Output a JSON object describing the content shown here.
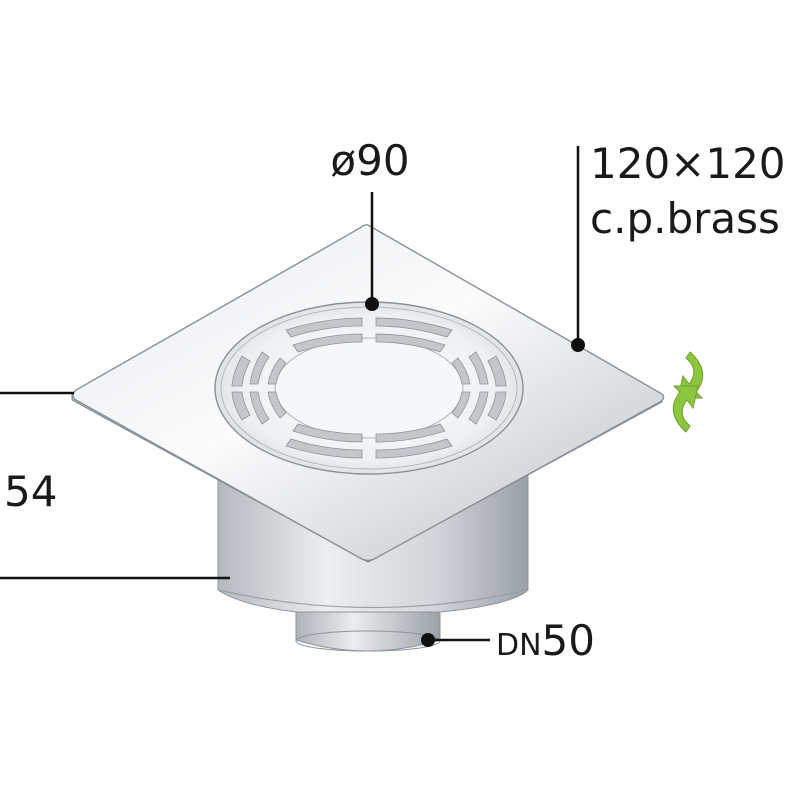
{
  "labels": {
    "grate_diameter": "ø90",
    "plate_size": "120×120",
    "plate_material": "c.p.brass",
    "height": "54",
    "outlet_prefix": "DN",
    "outlet_size": "50"
  },
  "icons": {
    "rotate": "rotate-arrows-icon"
  },
  "colors": {
    "rotate_arrow": "#8cc63f",
    "leader_line": "#111111",
    "steel_light": "#f2f3f4",
    "steel_mid": "#c9ccd0",
    "steel_dark": "#8f959b"
  }
}
